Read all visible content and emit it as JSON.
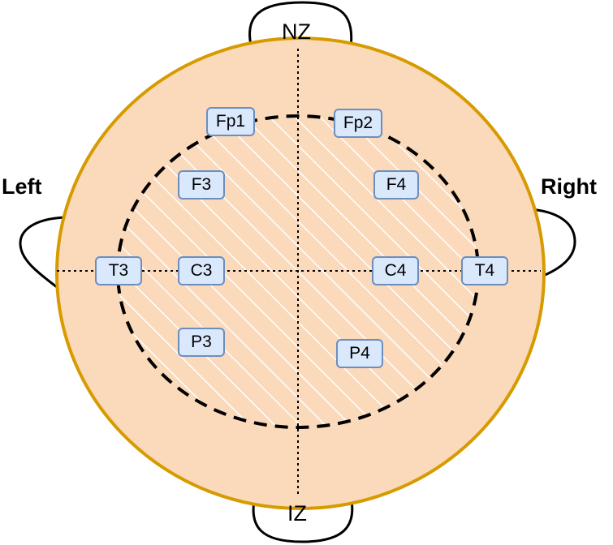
{
  "labels": {
    "left": "Left",
    "right": "Right",
    "nasion": "NZ",
    "inion": "IZ"
  },
  "electrodes": {
    "fp1": "Fp1",
    "fp2": "Fp2",
    "f3": "F3",
    "f4": "F4",
    "t3": "T3",
    "c3": "C3",
    "c4": "C4",
    "t4": "T4",
    "p3": "P3",
    "p4": "P4"
  },
  "colors": {
    "head_fill": "#fbd9bb",
    "head_outline": "#d79b00",
    "electrode_fill": "#dae8fc",
    "electrode_border": "#6c8ebf",
    "ear_outline": "#000000",
    "hatch": "#ffffff"
  }
}
